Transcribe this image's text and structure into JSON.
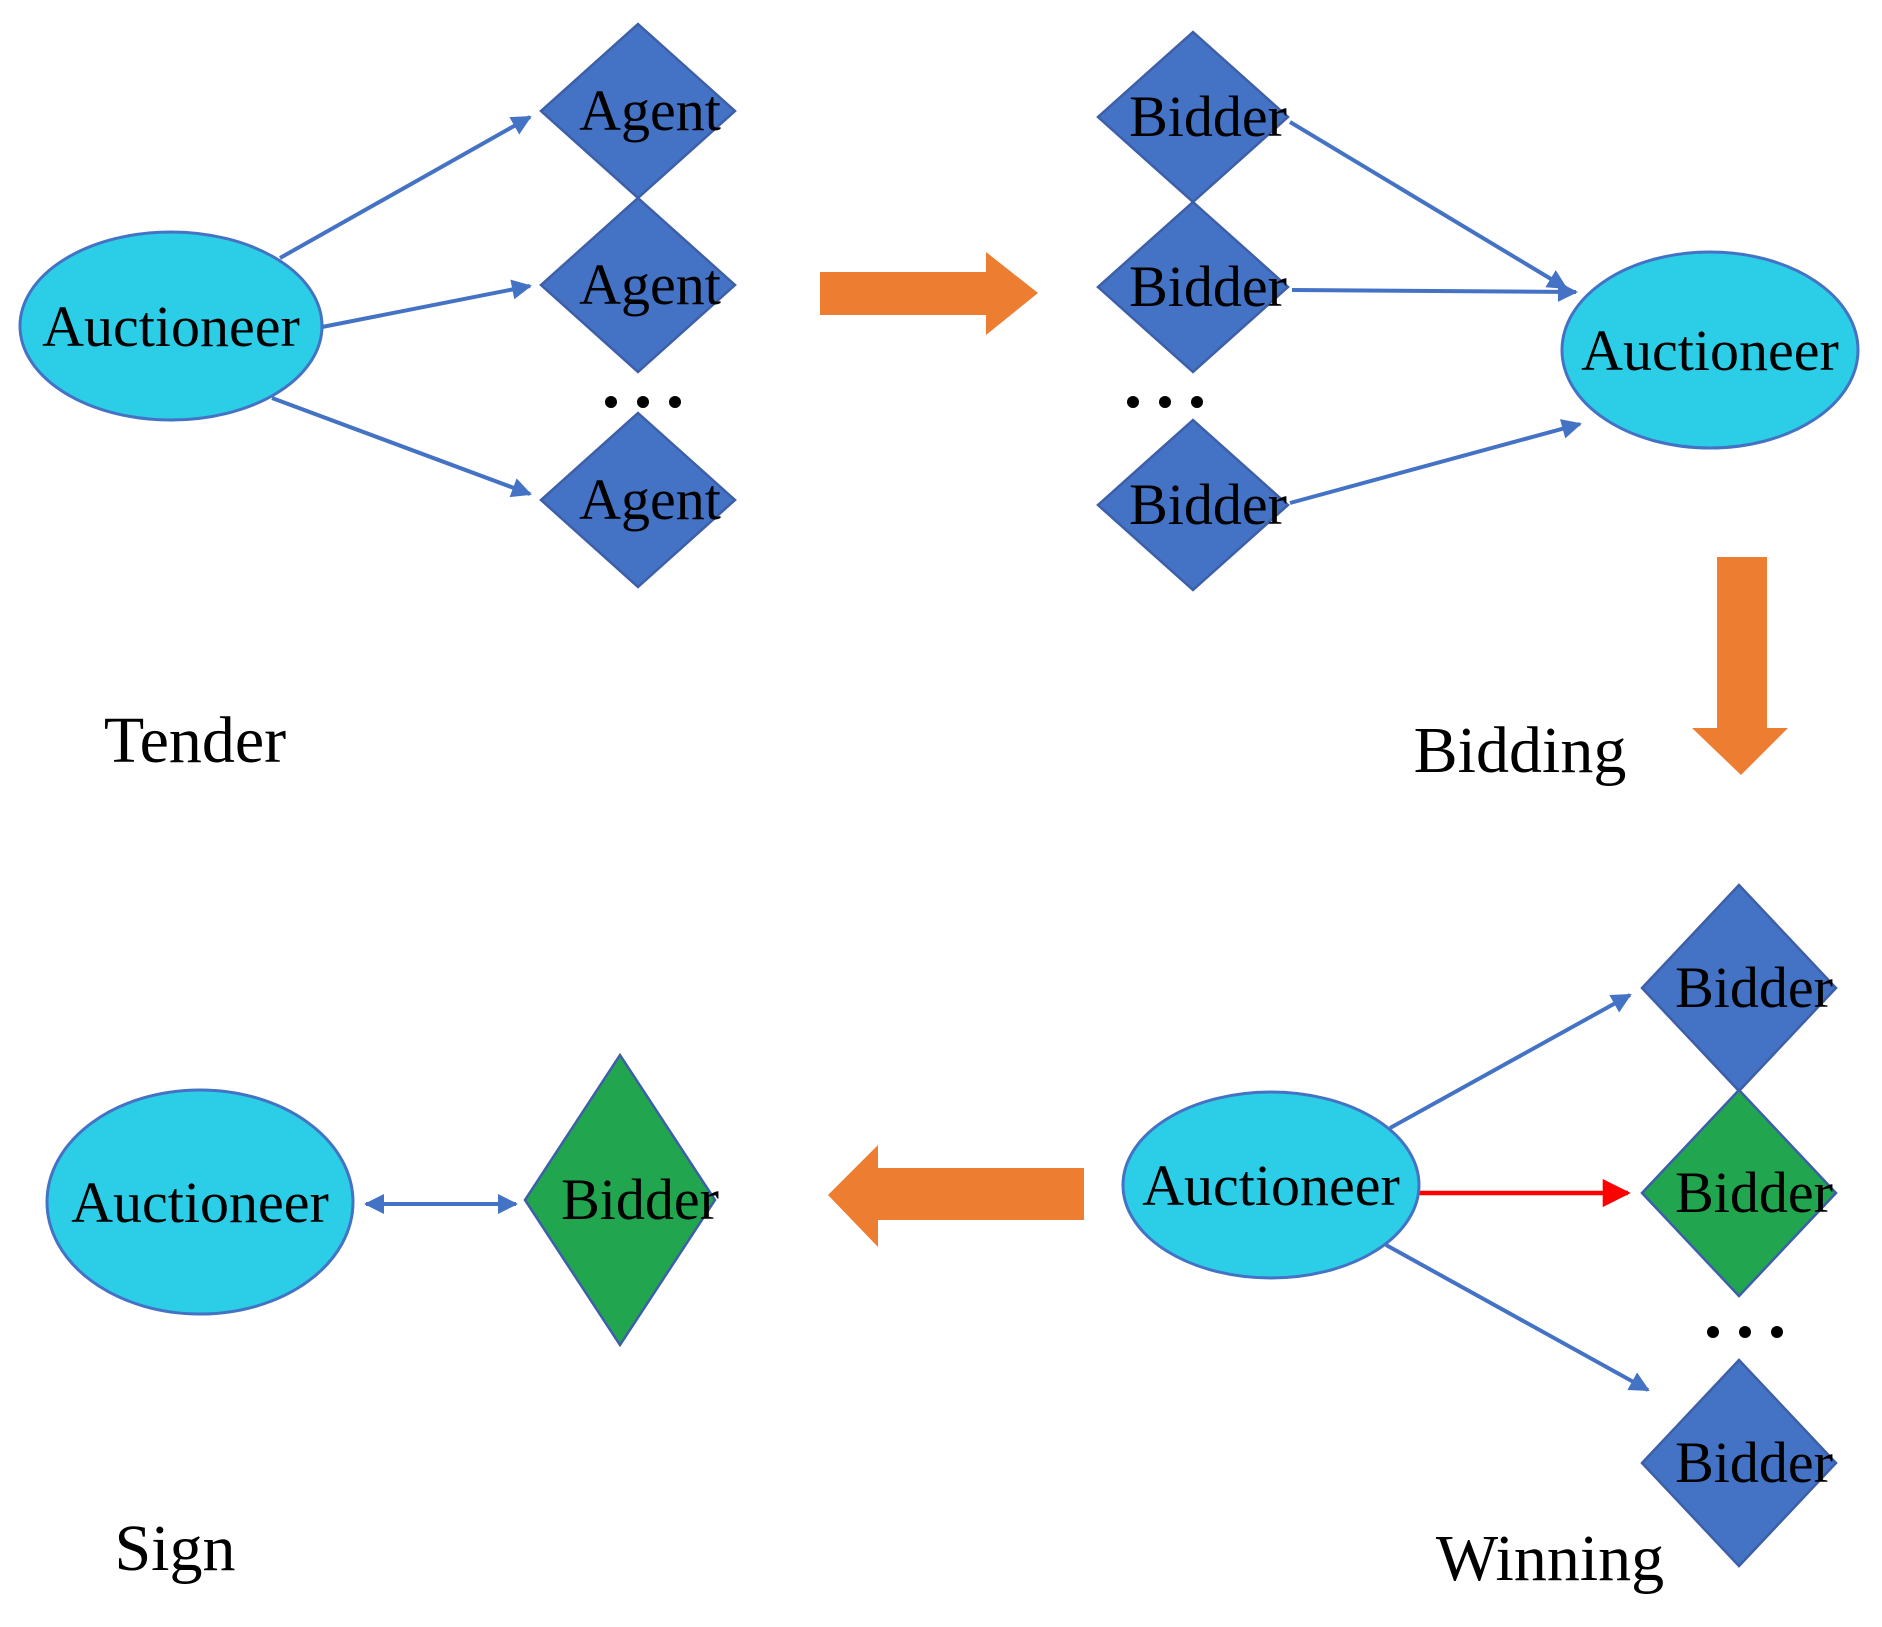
{
  "title": "Auction process diagram",
  "colors": {
    "cyan": "#2BCEE6",
    "blue": "#4472C4",
    "green": "#21A54F",
    "orange": "#ED7D31",
    "red": "#FF0000",
    "ellipse-stroke": "#4472C4",
    "diamond-stroke": "#3D5FA8"
  },
  "stages": {
    "tender": {
      "label": "Tender",
      "auctioneer": "Auctioneer",
      "agents": [
        "Agent",
        "Agent",
        "Agent"
      ]
    },
    "bidding": {
      "label": "Bidding",
      "auctioneer": "Auctioneer",
      "bidders": [
        "Bidder",
        "Bidder",
        "Bidder"
      ]
    },
    "winning": {
      "label": "Winning",
      "auctioneer": "Auctioneer",
      "bidders": [
        "Bidder",
        "Bidder",
        "Bidder"
      ],
      "winner_index": 1
    },
    "sign": {
      "label": "Sign",
      "auctioneer": "Auctioneer",
      "bidder": "Bidder"
    }
  }
}
